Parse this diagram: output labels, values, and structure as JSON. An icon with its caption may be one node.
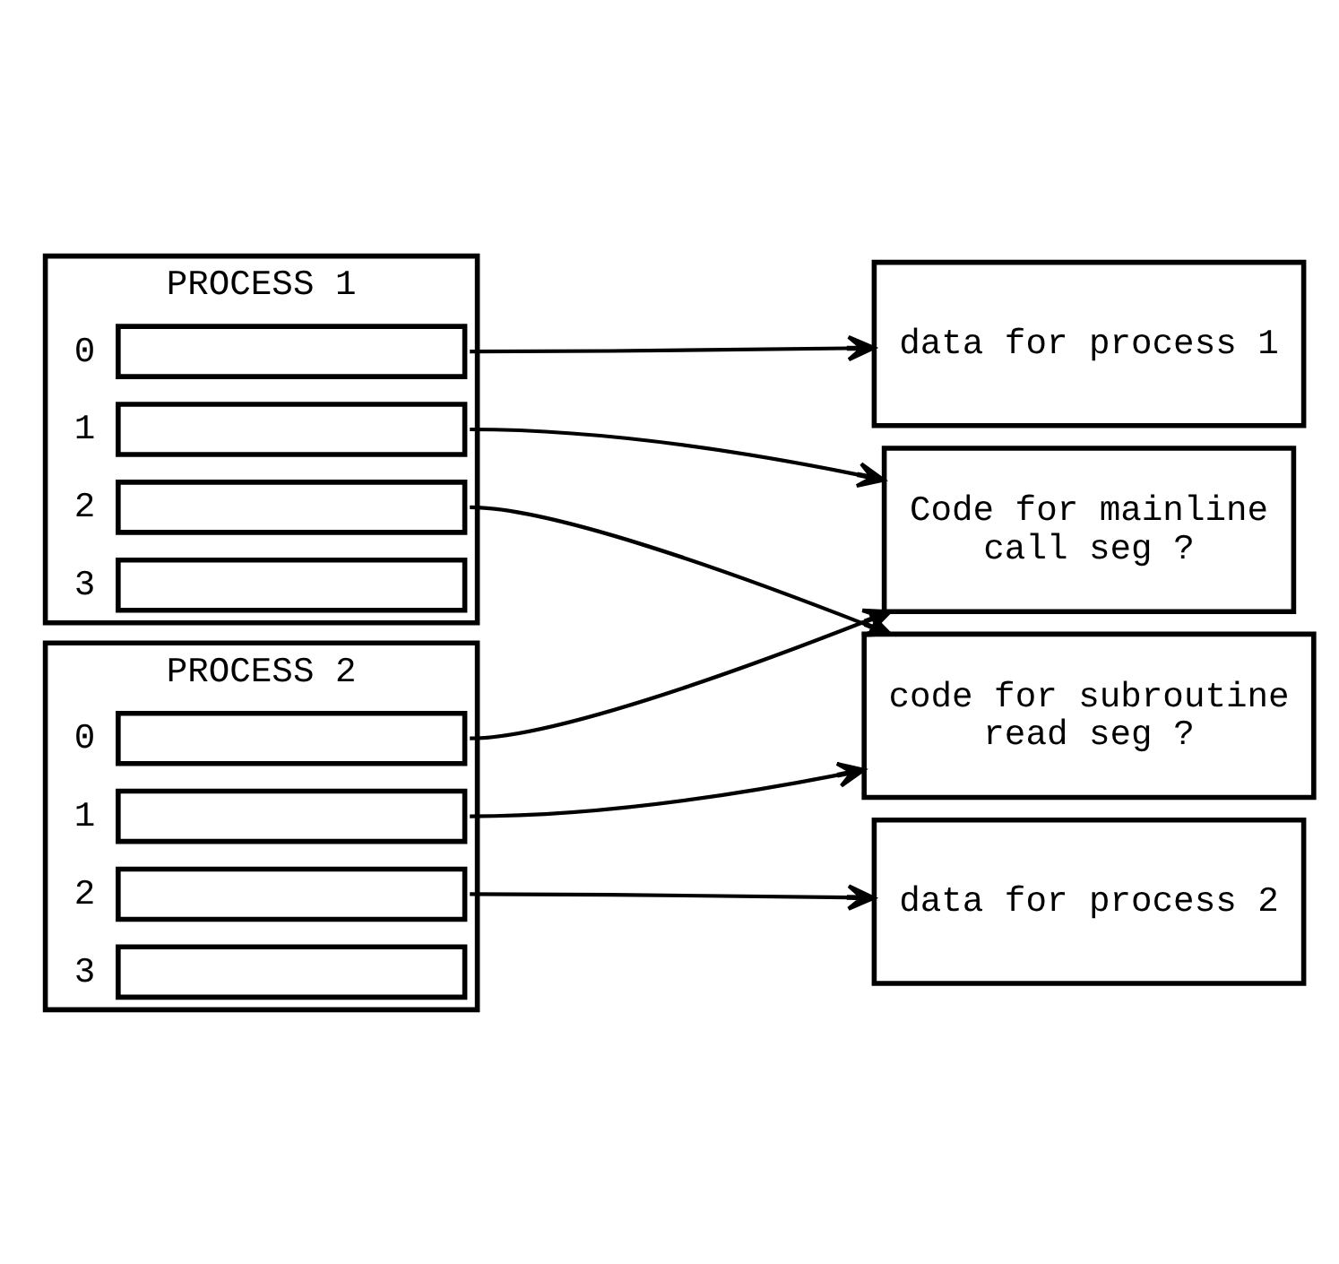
{
  "diagram": {
    "nodes": [
      {
        "text": [
          "PROCESS 1"
        ]
      },
      {
        "text": [],
        "shape": "box",
        "in": 0,
        "beside": [
          "0"
        ]
      },
      {
        "text": [],
        "shape": "box",
        "in": 0,
        "beside": [
          "1"
        ]
      },
      {
        "text": [],
        "shape": "box",
        "in": 0,
        "beside": [
          "2"
        ]
      },
      {
        "text": [],
        "shape": "box",
        "in": 0,
        "beside": [
          "3"
        ]
      },
      {
        "text": [
          "PROCESS 2"
        ]
      },
      {
        "text": [],
        "shape": "box",
        "in": 5,
        "beside": [
          "0"
        ]
      },
      {
        "text": [],
        "shape": "box",
        "in": 5,
        "beside": [
          "1"
        ]
      },
      {
        "text": [],
        "shape": "box",
        "in": 5,
        "beside": [
          "2"
        ]
      },
      {
        "text": [],
        "shape": "box",
        "in": 5,
        "beside": [
          "3"
        ]
      },
      {
        "text": [
          "data for process 1"
        ]
      },
      {
        "text": [
          "Code for mainline",
          "call seg ?"
        ]
      },
      {
        "text": [
          "code for subroutine",
          "read seg ?"
        ]
      },
      {
        "text": [
          "data for process 2"
        ]
      }
    ],
    "edges": [
      {
        "from": 1,
        "to": 10,
        "arrow": "to"
      },
      {
        "from": 2,
        "to": 11,
        "arrow": "to"
      },
      {
        "from": 3,
        "to": 12,
        "arrow": "to"
      },
      {
        "from": 6,
        "to": 11,
        "arrow": "to"
      },
      {
        "from": 7,
        "to": 12,
        "arrow": "to"
      },
      {
        "from": 8,
        "to": 13,
        "arrow": "to"
      }
    ]
  }
}
